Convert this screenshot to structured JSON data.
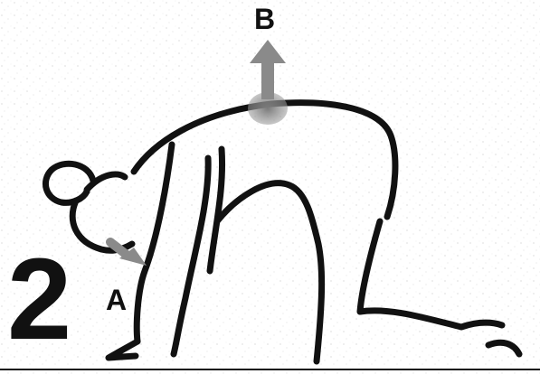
{
  "figure": {
    "step_number": "2",
    "label_a": "A",
    "label_b": "B"
  },
  "colors": {
    "ink": "#111111",
    "arrow_shade": "#8a8a8a",
    "paper_speckle": "#c8c8c8"
  }
}
